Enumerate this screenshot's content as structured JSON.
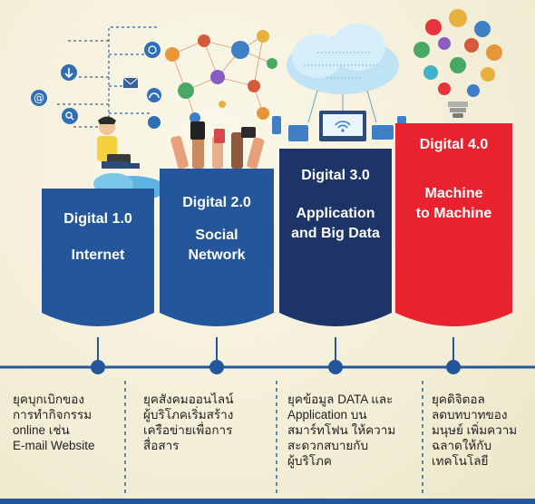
{
  "colors": {
    "era1": "#24569c",
    "era2": "#24569c",
    "era3": "#1c3468",
    "era4": "#e8232f",
    "timeline": "#24569c",
    "background": "#f3efd9"
  },
  "eras": [
    {
      "stage": "Digital 1.0",
      "name": [
        "Internet"
      ],
      "description": [
        "ยุคบุกเบิกของ",
        "การทำกิจกรรม",
        "online เช่น",
        "E-mail Website"
      ]
    },
    {
      "stage": "Digital 2.0",
      "name": [
        "Social",
        "Network"
      ],
      "description": [
        "ยุคสังคมออนไลน์",
        "ผู้บริโภคเริ่มสร้าง",
        "เครือข่ายเพื่อการ",
        "สื่อสาร"
      ]
    },
    {
      "stage": "Digital 3.0",
      "name": [
        "Application",
        "and Big Data"
      ],
      "description": [
        "ยุคข้อมูล DATA และ",
        "Application บน",
        "สมาร์ทโฟน ให้ความ",
        "สะดวกสบายกับ",
        "ผู้บริโภค"
      ]
    },
    {
      "stage": "Digital 4.0",
      "name": [
        "Machine",
        "to Machine"
      ],
      "description": [
        "ยุคดิจิตอล",
        "ลดบทบาทของ",
        "มนุษย์ เพิ่มความ",
        "ฉลาดให้กับ",
        "เทคโนโลยี"
      ]
    }
  ]
}
